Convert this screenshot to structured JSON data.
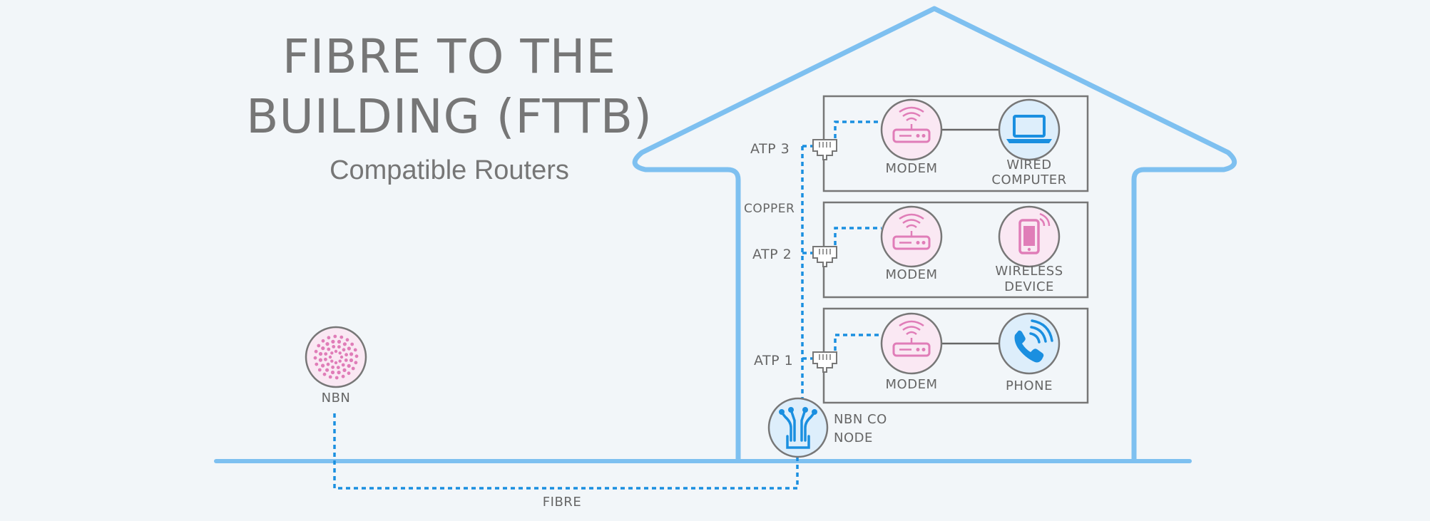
{
  "title_line1": "FIBRE TO THE",
  "title_line2": "BUILDING (FTTB)",
  "subtitle": "Compatible Routers",
  "labels": {
    "atp3": "ATP 3",
    "atp2": "ATP 2",
    "atp1": "ATP 1",
    "copper": "COPPER",
    "nbn": "NBN",
    "nbn_co_node_line1": "NBN CO",
    "nbn_co_node_line2": "NODE",
    "fibre": "FIBRE",
    "modem": "MODEM",
    "wired_computer_line1": "WIRED",
    "wired_computer_line2": "COMPUTER",
    "wireless_device_line1": "WIRELESS",
    "wireless_device_line2": "DEVICE",
    "phone": "PHONE"
  },
  "icons": {
    "nbn": "nbn-dots-icon",
    "node": "fibre-node-icon",
    "modem": "modem-wifi-icon",
    "laptop": "laptop-icon",
    "phone_mobile": "mobile-phone-icon",
    "phone_landline": "telephone-icon",
    "atp": "wall-socket-icon"
  },
  "colors": {
    "background": "#f2f6f9",
    "house_outline": "#7ec0f0",
    "connection_dashes": "#1a8fe0",
    "modem_pink": "#e07db8",
    "device_blue": "#1a8fe0",
    "text_gray": "#767676"
  }
}
